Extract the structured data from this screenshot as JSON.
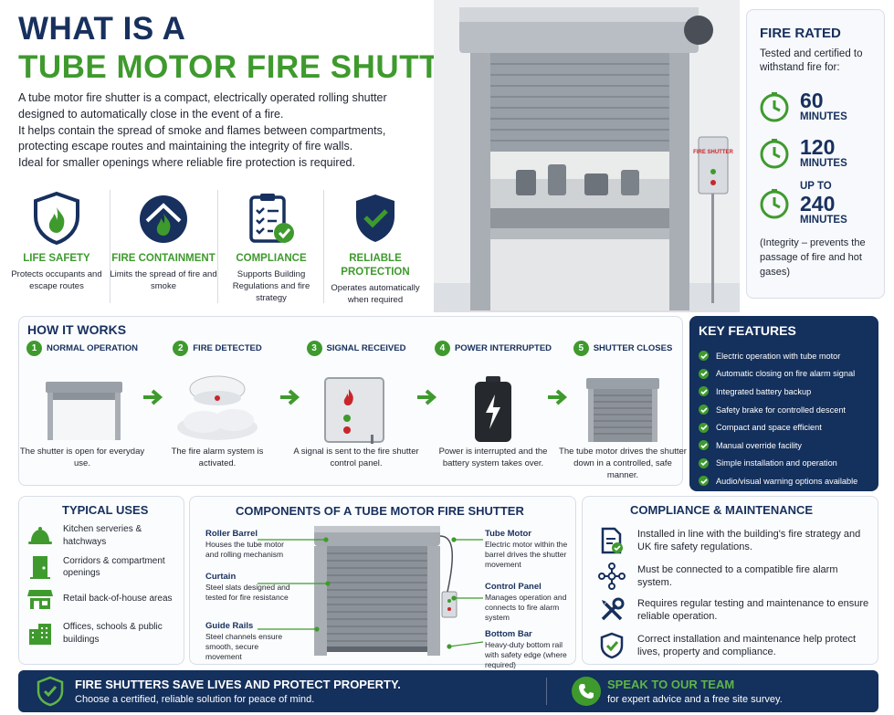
{
  "title": {
    "line1": "WHAT IS A",
    "line2": "TUBE MOTOR FIRE SHUTTER?"
  },
  "intro": [
    "A tube motor fire shutter is a compact, electrically operated rolling shutter",
    "designed to automatically close in the event of a fire.",
    "It helps contain the spread of smoke and flames between compartments,",
    "protecting escape routes and maintaining the integrity of fire walls.",
    "Ideal for smaller openings where reliable fire protection is required."
  ],
  "benefits": [
    {
      "title": "LIFE SAFETY",
      "desc": "Protects occupants and escape routes",
      "icon": "shield-flame-icon"
    },
    {
      "title": "FIRE CONTAINMENT",
      "desc": "Limits the spread of fire and smoke",
      "icon": "house-flame-icon"
    },
    {
      "title": "COMPLIANCE",
      "desc": "Supports Building Regulations and fire strategy",
      "icon": "clipboard-check-icon"
    },
    {
      "title": "RELIABLE PROTECTION",
      "desc": "Operates automatically when required",
      "icon": "shield-check-icon"
    }
  ],
  "photo": {
    "sign": "FIRE SHUTTER"
  },
  "fire_rated": {
    "title": "FIRE RATED",
    "subtitle": "Tested and certified to withstand fire for:",
    "durations": [
      {
        "num": "60",
        "unit": "MINUTES"
      },
      {
        "num": "120",
        "unit": "MINUTES"
      },
      {
        "prefix": "UP TO",
        "num": "240",
        "unit": "MINUTES"
      }
    ],
    "note": "(Integrity – prevents the passage of fire and hot gases)"
  },
  "how": {
    "title": "HOW IT WORKS",
    "steps": [
      {
        "n": "1",
        "title": "NORMAL OPERATION",
        "desc": "The shutter is open for everyday use."
      },
      {
        "n": "2",
        "title": "FIRE DETECTED",
        "desc": "The fire alarm system is activated."
      },
      {
        "n": "3",
        "title": "SIGNAL RECEIVED",
        "desc": "A signal is sent to the fire shutter control panel."
      },
      {
        "n": "4",
        "title": "POWER INTERRUPTED",
        "desc": "Power is interrupted and the battery system takes over."
      },
      {
        "n": "5",
        "title": "SHUTTER CLOSES",
        "desc": "The tube motor drives the shutter down in a controlled, safe manner."
      }
    ]
  },
  "key_features": {
    "title": "KEY FEATURES",
    "items": [
      "Electric operation with tube motor",
      "Automatic closing on fire alarm signal",
      "Integrated battery backup",
      "Safety brake for controlled descent",
      "Compact and space efficient",
      "Manual override facility",
      "Simple installation and operation",
      "Audio/visual warning options available"
    ]
  },
  "uses": {
    "title": "TYPICAL USES",
    "items": [
      {
        "text": "Kitchen serveries & hatchways",
        "icon": "cloche-icon"
      },
      {
        "text": "Corridors & compartment openings",
        "icon": "door-icon"
      },
      {
        "text": "Retail back-of-house areas",
        "icon": "shopfront-icon"
      },
      {
        "text": "Offices, schools & public buildings",
        "icon": "buildings-icon"
      }
    ]
  },
  "components": {
    "title": "COMPONENTS OF A TUBE MOTOR FIRE SHUTTER",
    "left": [
      {
        "title": "Roller Barrel",
        "desc": "Houses the tube motor and rolling mechanism"
      },
      {
        "title": "Curtain",
        "desc": "Steel slats designed and tested for fire resistance"
      },
      {
        "title": "Guide Rails",
        "desc": "Steel channels ensure smooth, secure movement"
      }
    ],
    "right": [
      {
        "title": "Tube Motor",
        "desc": "Electric motor within the barrel drives the shutter movement"
      },
      {
        "title": "Control Panel",
        "desc": "Manages operation and connects to fire alarm system"
      },
      {
        "title": "Bottom Bar",
        "desc": "Heavy-duty bottom rail with safety edge (where required)"
      }
    ]
  },
  "compliance": {
    "title": "COMPLIANCE & MAINTENANCE",
    "items": [
      {
        "text": "Installed in line with the building's fire strategy and UK fire safety regulations.",
        "icon": "document-check-icon"
      },
      {
        "text": "Must be connected to a compatible fire alarm system.",
        "icon": "network-icon"
      },
      {
        "text": "Requires regular testing and maintenance to ensure reliable operation.",
        "icon": "tools-icon"
      },
      {
        "text": "Correct installation and maintenance help protect lives, property and compliance.",
        "icon": "shield-check-icon"
      }
    ]
  },
  "banner": {
    "headline": "FIRE SHUTTERS SAVE LIVES AND PROTECT PROPERTY.",
    "sub": "Choose a certified, reliable solution for peace of mind.",
    "cta_title": "SPEAK TO OUR TEAM",
    "cta_sub": "for expert advice and a free site survey."
  },
  "colors": {
    "navy": "#17305e",
    "green": "#3f9a2e"
  }
}
